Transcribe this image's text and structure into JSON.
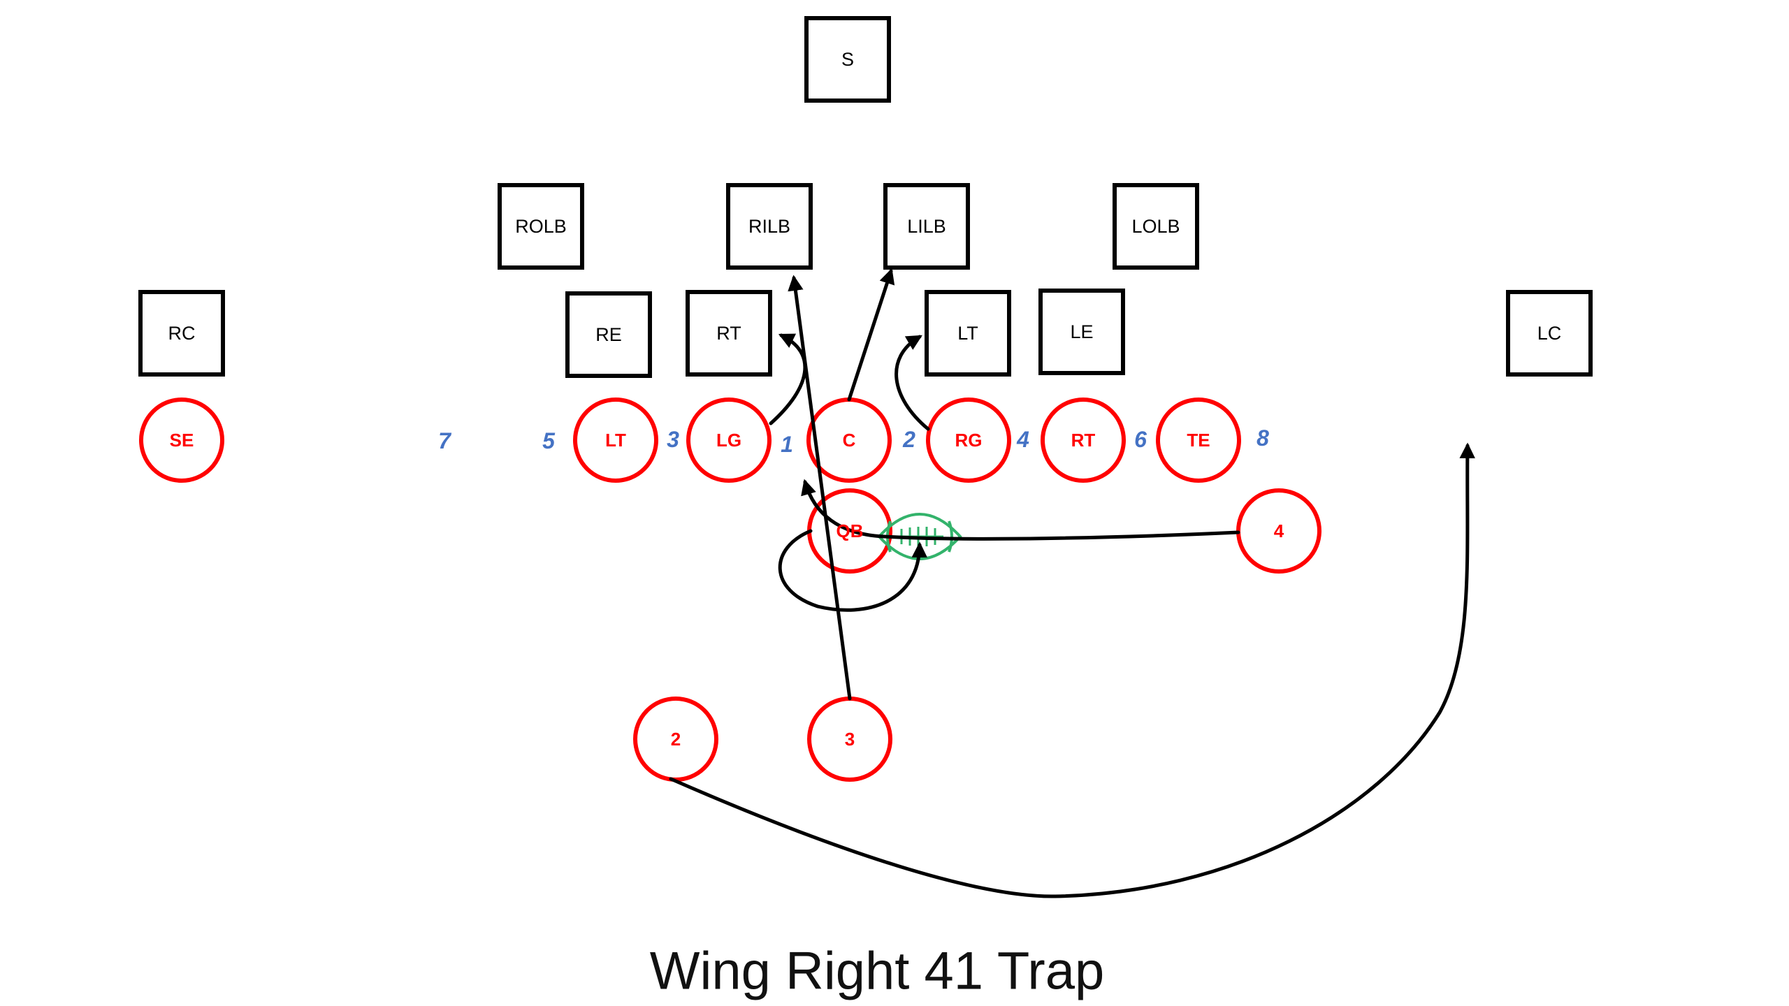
{
  "title": "Wing Right 41 Trap",
  "colors": {
    "offense": "#ff0000",
    "defense": "#000000",
    "hole_numbers": "#4472c4",
    "football": "#33b36b",
    "routes": "#000000"
  },
  "defense": [
    {
      "id": "s",
      "label": "S"
    },
    {
      "id": "rolb",
      "label": "ROLB"
    },
    {
      "id": "rilb",
      "label": "RILB"
    },
    {
      "id": "lilb",
      "label": "LILB"
    },
    {
      "id": "lolb",
      "label": "LOLB"
    },
    {
      "id": "rc",
      "label": "RC"
    },
    {
      "id": "re",
      "label": "RE"
    },
    {
      "id": "rt",
      "label": "RT"
    },
    {
      "id": "lt",
      "label": "LT"
    },
    {
      "id": "le",
      "label": "LE"
    },
    {
      "id": "lc",
      "label": "LC"
    }
  ],
  "offense": [
    {
      "id": "se",
      "label": "SE"
    },
    {
      "id": "lt",
      "label": "LT"
    },
    {
      "id": "lg",
      "label": "LG"
    },
    {
      "id": "c",
      "label": "C"
    },
    {
      "id": "rg",
      "label": "RG"
    },
    {
      "id": "rt",
      "label": "RT"
    },
    {
      "id": "te",
      "label": "TE"
    },
    {
      "id": "qb",
      "label": "QB"
    },
    {
      "id": "back4",
      "label": "4"
    },
    {
      "id": "back2",
      "label": "2"
    },
    {
      "id": "back3",
      "label": "3"
    }
  ],
  "holes": [
    "7",
    "5",
    "3",
    "1",
    "2",
    "4",
    "6",
    "8"
  ]
}
